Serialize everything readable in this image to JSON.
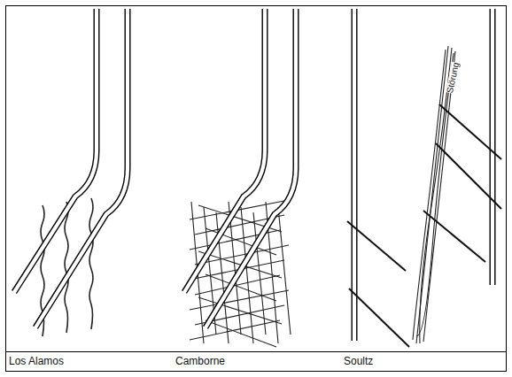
{
  "diagram": {
    "labels": [
      "Los Alamos",
      "Camborne",
      "Soultz",
      "Störung"
    ]
  }
}
